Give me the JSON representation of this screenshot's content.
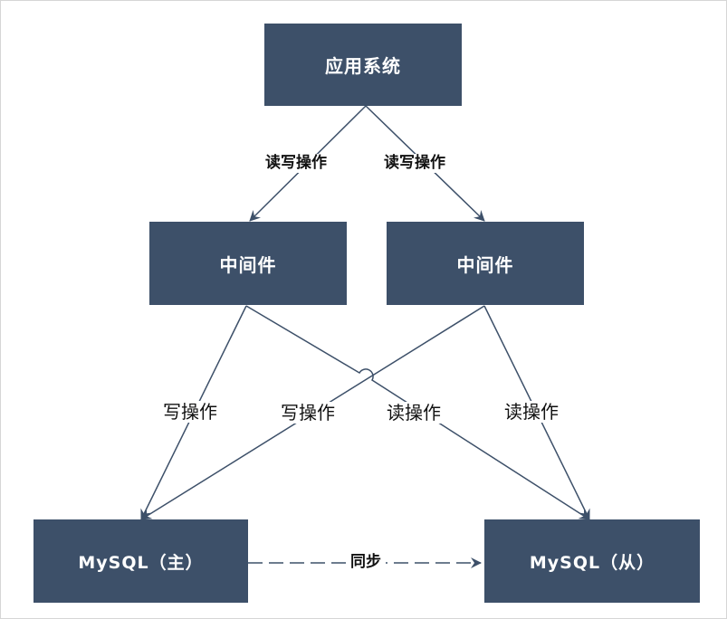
{
  "nodes": {
    "app": "应用系统",
    "middleware_left": "中间件",
    "middleware_right": "中间件",
    "mysql_master": "MySQL（主）",
    "mysql_slave": "MySQL（从）"
  },
  "edges": {
    "app_to_left": "读写操作",
    "app_to_right": "读写操作",
    "left_to_master": "写操作",
    "right_to_master": "写操作",
    "left_to_slave": "读操作",
    "right_to_slave": "读操作",
    "sync": "同步"
  },
  "colors": {
    "box_fill": "#3d5069",
    "box_text": "#ffffff",
    "line": "#3d5069"
  }
}
